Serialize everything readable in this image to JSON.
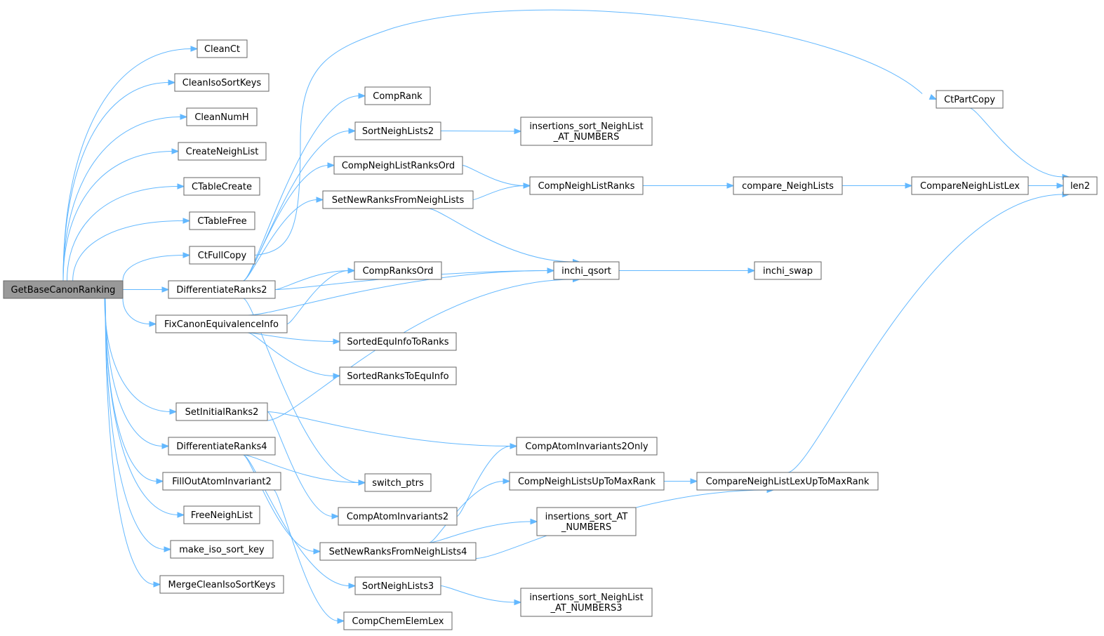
{
  "graph": {
    "accent_color": "#63b8ff",
    "root": "GetBaseCanonRanking",
    "nodes": [
      {
        "id": "GetBaseCanonRanking",
        "lines": [
          "GetBaseCanonRanking"
        ]
      },
      {
        "id": "CleanCt",
        "lines": [
          "CleanCt"
        ]
      },
      {
        "id": "CleanIsoSortKeys",
        "lines": [
          "CleanIsoSortKeys"
        ]
      },
      {
        "id": "CleanNumH",
        "lines": [
          "CleanNumH"
        ]
      },
      {
        "id": "CreateNeighList",
        "lines": [
          "CreateNeighList"
        ]
      },
      {
        "id": "CTableCreate",
        "lines": [
          "CTableCreate"
        ]
      },
      {
        "id": "CTableFree",
        "lines": [
          "CTableFree"
        ]
      },
      {
        "id": "CtFullCopy",
        "lines": [
          "CtFullCopy"
        ]
      },
      {
        "id": "DifferentiateRanks2",
        "lines": [
          "DifferentiateRanks2"
        ]
      },
      {
        "id": "FixCanonEquivalenceInfo",
        "lines": [
          "FixCanonEquivalenceInfo"
        ]
      },
      {
        "id": "SetInitialRanks2",
        "lines": [
          "SetInitialRanks2"
        ]
      },
      {
        "id": "DifferentiateRanks4",
        "lines": [
          "DifferentiateRanks4"
        ]
      },
      {
        "id": "FillOutAtomInvariant2",
        "lines": [
          "FillOutAtomInvariant2"
        ]
      },
      {
        "id": "FreeNeighList",
        "lines": [
          "FreeNeighList"
        ]
      },
      {
        "id": "make_iso_sort_key",
        "lines": [
          "make_iso_sort_key"
        ]
      },
      {
        "id": "MergeCleanIsoSortKeys",
        "lines": [
          "MergeCleanIsoSortKeys"
        ]
      },
      {
        "id": "CtPartCopy",
        "lines": [
          "CtPartCopy"
        ]
      },
      {
        "id": "len2",
        "lines": [
          "len2"
        ]
      },
      {
        "id": "CompRank",
        "lines": [
          "CompRank"
        ]
      },
      {
        "id": "SortNeighLists2",
        "lines": [
          "SortNeighLists2"
        ]
      },
      {
        "id": "insertions_sort_NeighList_AT_NUMBERS",
        "lines": [
          "insertions_sort_NeighList",
          "_AT_NUMBERS"
        ]
      },
      {
        "id": "CompNeighListRanksOrd",
        "lines": [
          "CompNeighListRanksOrd"
        ]
      },
      {
        "id": "CompNeighListRanks",
        "lines": [
          "CompNeighListRanks"
        ]
      },
      {
        "id": "SetNewRanksFromNeighLists",
        "lines": [
          "SetNewRanksFromNeighLists"
        ]
      },
      {
        "id": "compare_NeighLists",
        "lines": [
          "compare_NeighLists"
        ]
      },
      {
        "id": "CompareNeighListLex",
        "lines": [
          "CompareNeighListLex"
        ]
      },
      {
        "id": "inchi_qsort",
        "lines": [
          "inchi_qsort"
        ]
      },
      {
        "id": "inchi_swap",
        "lines": [
          "inchi_swap"
        ]
      },
      {
        "id": "CompRanksOrd",
        "lines": [
          "CompRanksOrd"
        ]
      },
      {
        "id": "SortedEquInfoToRanks",
        "lines": [
          "SortedEquInfoToRanks"
        ]
      },
      {
        "id": "SortedRanksToEquInfo",
        "lines": [
          "SortedRanksToEquInfo"
        ]
      },
      {
        "id": "CompAtomInvariants2Only",
        "lines": [
          "CompAtomInvariants2Only"
        ]
      },
      {
        "id": "switch_ptrs",
        "lines": [
          "switch_ptrs"
        ]
      },
      {
        "id": "CompNeighListsUpToMaxRank",
        "lines": [
          "CompNeighListsUpToMaxRank"
        ]
      },
      {
        "id": "CompareNeighListLexUpToMaxRank",
        "lines": [
          "CompareNeighListLexUpToMaxRank"
        ]
      },
      {
        "id": "CompAtomInvariants2",
        "lines": [
          "CompAtomInvariants2"
        ]
      },
      {
        "id": "insertions_sort_AT_NUMBERS",
        "lines": [
          "insertions_sort_AT",
          "_NUMBERS"
        ]
      },
      {
        "id": "SetNewRanksFromNeighLists4",
        "lines": [
          "SetNewRanksFromNeighLists4"
        ]
      },
      {
        "id": "SortNeighLists3",
        "lines": [
          "SortNeighLists3"
        ]
      },
      {
        "id": "insertions_sort_NeighList_AT_NUMBERS3",
        "lines": [
          "insertions_sort_NeighList",
          "_AT_NUMBERS3"
        ]
      },
      {
        "id": "CompChemElemLex",
        "lines": [
          "CompChemElemLex"
        ]
      }
    ],
    "edges": [
      [
        "GetBaseCanonRanking",
        "CleanCt"
      ],
      [
        "GetBaseCanonRanking",
        "CleanIsoSortKeys"
      ],
      [
        "GetBaseCanonRanking",
        "CleanNumH"
      ],
      [
        "GetBaseCanonRanking",
        "CreateNeighList"
      ],
      [
        "GetBaseCanonRanking",
        "CTableCreate"
      ],
      [
        "GetBaseCanonRanking",
        "CTableFree"
      ],
      [
        "GetBaseCanonRanking",
        "CtFullCopy"
      ],
      [
        "GetBaseCanonRanking",
        "DifferentiateRanks2"
      ],
      [
        "GetBaseCanonRanking",
        "FixCanonEquivalenceInfo"
      ],
      [
        "GetBaseCanonRanking",
        "SetInitialRanks2"
      ],
      [
        "GetBaseCanonRanking",
        "DifferentiateRanks4"
      ],
      [
        "GetBaseCanonRanking",
        "FillOutAtomInvariant2"
      ],
      [
        "GetBaseCanonRanking",
        "FreeNeighList"
      ],
      [
        "GetBaseCanonRanking",
        "make_iso_sort_key"
      ],
      [
        "GetBaseCanonRanking",
        "MergeCleanIsoSortKeys"
      ],
      [
        "CtFullCopy",
        "CtPartCopy"
      ],
      [
        "CtPartCopy",
        "len2"
      ],
      [
        "DifferentiateRanks2",
        "CompRank"
      ],
      [
        "DifferentiateRanks2",
        "SortNeighLists2"
      ],
      [
        "DifferentiateRanks2",
        "CompNeighListRanksOrd"
      ],
      [
        "DifferentiateRanks2",
        "SetNewRanksFromNeighLists"
      ],
      [
        "DifferentiateRanks2",
        "inchi_qsort"
      ],
      [
        "DifferentiateRanks2",
        "CompRanksOrd"
      ],
      [
        "DifferentiateRanks2",
        "switch_ptrs"
      ],
      [
        "SortNeighLists2",
        "insertions_sort_NeighList_AT_NUMBERS"
      ],
      [
        "CompNeighListRanksOrd",
        "CompNeighListRanks"
      ],
      [
        "SetNewRanksFromNeighLists",
        "CompNeighListRanks"
      ],
      [
        "SetNewRanksFromNeighLists",
        "inchi_qsort"
      ],
      [
        "CompNeighListRanks",
        "compare_NeighLists"
      ],
      [
        "compare_NeighLists",
        "CompareNeighListLex"
      ],
      [
        "CompareNeighListLex",
        "len2"
      ],
      [
        "inchi_qsort",
        "inchi_swap"
      ],
      [
        "FixCanonEquivalenceInfo",
        "CompRanksOrd"
      ],
      [
        "FixCanonEquivalenceInfo",
        "inchi_qsort"
      ],
      [
        "FixCanonEquivalenceInfo",
        "SortedEquInfoToRanks"
      ],
      [
        "FixCanonEquivalenceInfo",
        "SortedRanksToEquInfo"
      ],
      [
        "SetInitialRanks2",
        "inchi_qsort"
      ],
      [
        "SetInitialRanks2",
        "CompAtomInvariants2Only"
      ],
      [
        "SetInitialRanks2",
        "CompAtomInvariants2"
      ],
      [
        "DifferentiateRanks4",
        "switch_ptrs"
      ],
      [
        "DifferentiateRanks4",
        "SetNewRanksFromNeighLists4"
      ],
      [
        "DifferentiateRanks4",
        "SortNeighLists3"
      ],
      [
        "FillOutAtomInvariant2",
        "CompChemElemLex"
      ],
      [
        "CompAtomInvariants2",
        "CompAtomInvariants2Only"
      ],
      [
        "SetNewRanksFromNeighLists4",
        "CompNeighListsUpToMaxRank"
      ],
      [
        "SetNewRanksFromNeighLists4",
        "insertions_sort_AT_NUMBERS"
      ],
      [
        "SetNewRanksFromNeighLists4",
        "CompareNeighListLexUpToMaxRank"
      ],
      [
        "CompNeighListsUpToMaxRank",
        "CompareNeighListLexUpToMaxRank"
      ],
      [
        "CompareNeighListLexUpToMaxRank",
        "len2"
      ],
      [
        "SortNeighLists3",
        "insertions_sort_NeighList_AT_NUMBERS3"
      ]
    ]
  }
}
